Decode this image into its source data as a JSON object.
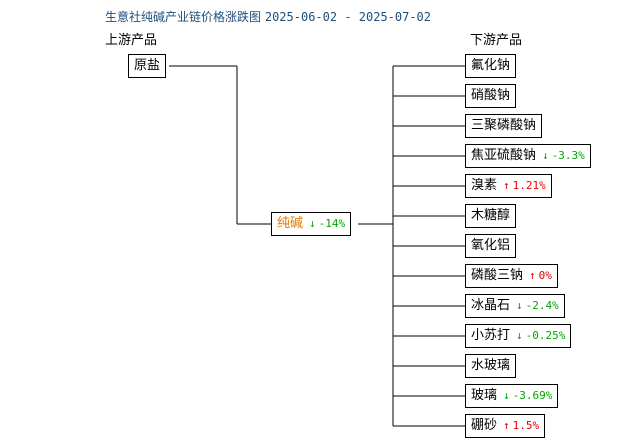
{
  "header": {
    "title": "生意社纯碱产业链价格涨跌图",
    "date_range": "2025-06-02 - 2025-07-02",
    "upstream_label": "上游产品",
    "downstream_label": "下游产品"
  },
  "colors": {
    "up": "#e60000",
    "down": "#00a600",
    "center": "#e07b00",
    "title": "#1f4e79"
  },
  "upstream": [
    {
      "name": "原盐"
    }
  ],
  "center": {
    "name": "纯碱",
    "arrow": "↓",
    "change": "-14%",
    "direction": "down"
  },
  "downstream": [
    {
      "name": "氟化钠"
    },
    {
      "name": "硝酸钠"
    },
    {
      "name": "三聚磷酸钠"
    },
    {
      "name": "焦亚硫酸钠",
      "arrow": "↓",
      "change": "-3.3%",
      "direction": "down"
    },
    {
      "name": "溴素",
      "arrow": "↑",
      "change": "1.21%",
      "direction": "up"
    },
    {
      "name": "木糖醇"
    },
    {
      "name": "氧化铝"
    },
    {
      "name": "磷酸三钠",
      "arrow": "↑",
      "change": "0%",
      "direction": "up"
    },
    {
      "name": "冰晶石",
      "arrow": "↓",
      "change": "-2.4%",
      "direction": "down"
    },
    {
      "name": "小苏打",
      "arrow": "↓",
      "change": "-0.25%",
      "direction": "down"
    },
    {
      "name": "水玻璃"
    },
    {
      "name": "玻璃",
      "arrow": "↓",
      "change": "-3.69%",
      "direction": "down"
    },
    {
      "name": "硼砂",
      "arrow": "↑",
      "change": "1.5%",
      "direction": "up"
    }
  ]
}
